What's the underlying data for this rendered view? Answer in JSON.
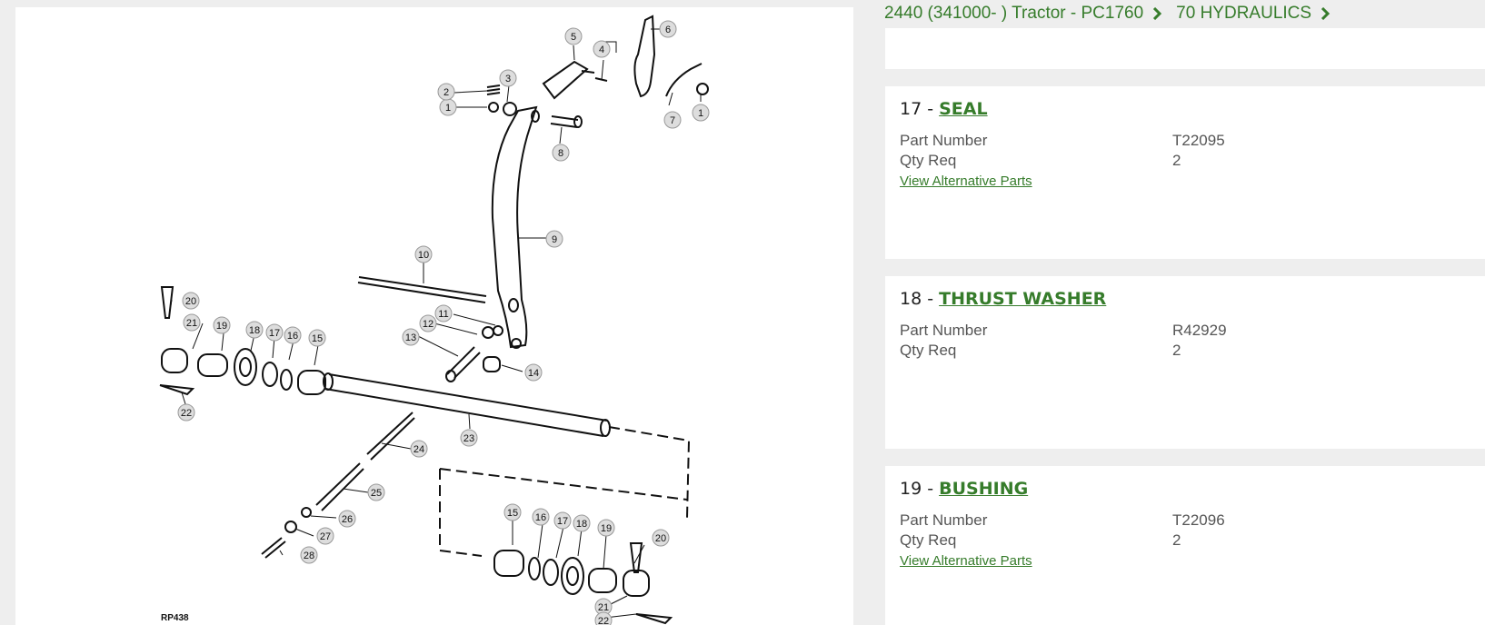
{
  "breadcrumb": {
    "items": [
      {
        "label": "2440 (341000- ) Tractor - PC1760"
      },
      {
        "label": "70 HYDRAULICS"
      }
    ]
  },
  "colors": {
    "brand_green": "#367c2b",
    "page_bg": "#eeeeee"
  },
  "diagram": {
    "stamp": "RP438",
    "callouts": {
      "c1": "1",
      "c2": "2",
      "c3": "3",
      "c4": "4",
      "c5": "5",
      "c6": "6",
      "c7": "7",
      "c8": "8",
      "c9": "9",
      "c10": "10",
      "c11": "11",
      "c12": "12",
      "c13": "13",
      "c14": "14",
      "c15": "15",
      "c16": "16",
      "c17": "17",
      "c18": "18",
      "c19": "19",
      "c20": "20",
      "c21": "21",
      "c22": "22",
      "c23": "23",
      "c24": "24",
      "c25": "25",
      "c26": "26",
      "c27": "27",
      "c28": "28"
    }
  },
  "parts": [
    {
      "number": "17",
      "separator": " - ",
      "name": "SEAL",
      "part_number_label": "Part Number",
      "part_number": "T22095",
      "qty_label": "Qty Req",
      "qty": "2",
      "alt_link": "View Alternative Parts"
    },
    {
      "number": "18",
      "separator": " - ",
      "name": "THRUST WASHER",
      "part_number_label": "Part Number",
      "part_number": "R42929",
      "qty_label": "Qty Req",
      "qty": "2"
    },
    {
      "number": "19",
      "separator": " - ",
      "name": "BUSHING",
      "part_number_label": "Part Number",
      "part_number": "T22096",
      "qty_label": "Qty Req",
      "qty": "2",
      "alt_link": "View Alternative Parts"
    }
  ]
}
